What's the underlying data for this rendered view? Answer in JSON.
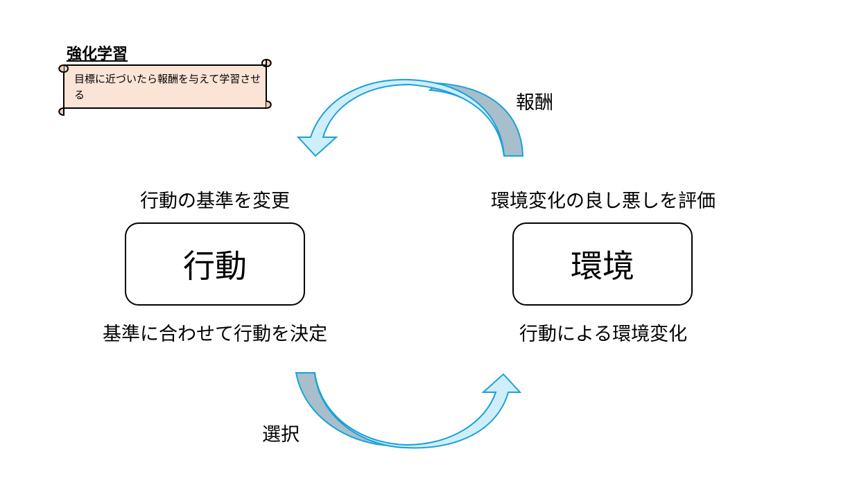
{
  "note": {
    "title": "強化学習",
    "text": "目標に近づいたら報酬を与えて学習させる",
    "fill_color": "#fbe3d6"
  },
  "boxes": {
    "action": "行動",
    "environment": "環境"
  },
  "captions": {
    "action_top": "行動の基準を変更",
    "action_bottom": "基準に合わせて行動を決定",
    "environment_top": "環境変化の良し悪しを評価",
    "environment_bottom": "行動による環境変化"
  },
  "arrows": {
    "top_label": "報酬",
    "bottom_label": "選択",
    "light_color": "#cfeefb",
    "dark_color": "#a6bfcb",
    "stroke_color": "#1ba1d8"
  }
}
